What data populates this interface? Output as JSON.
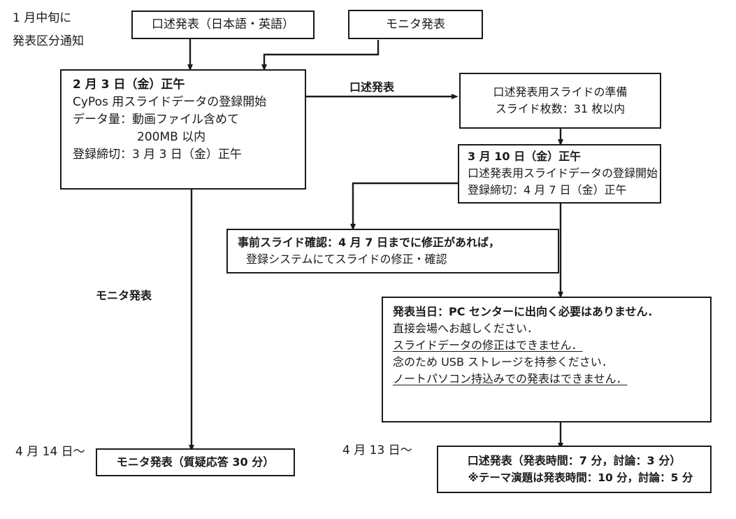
{
  "diagram": {
    "title_note": "presentation-schedule-flowchart",
    "stroke_color": "#1a1a1a",
    "background": "#ffffff"
  },
  "notice": {
    "line1": "1 月中旬に",
    "line2": "発表区分通知"
  },
  "top_boxes": {
    "oral": {
      "label": "口述発表（日本語・英語）"
    },
    "monitor": {
      "label": "モニタ発表"
    }
  },
  "edge_labels": {
    "oral_branch": "口述発表",
    "monitor_branch": "モニタ発表"
  },
  "cypos_box": {
    "line1": "2 月 3 日（金）正午",
    "line2": "CyPos 用スライドデータの登録開始",
    "line3": "データ量：動画ファイル含めて",
    "line4": "200MB 以内",
    "line5": "登録締切：3 月 3 日（金）正午"
  },
  "slide_prep_box": {
    "line1": "口述発表用スライドの準備",
    "line2": "スライド枚数：31 枚以内"
  },
  "march10_box": {
    "line1": "3 月 10 日（金）正午",
    "line2": "口述発表用スライドデータの登録開始",
    "line3": "登録締切：4 月 7 日（金）正午"
  },
  "precheck_box": {
    "line1": "事前スライド確認：4 月 7 日までに修正があれば，",
    "line2": "登録システムにてスライドの修正・確認"
  },
  "presentation_day_box": {
    "line1": "発表当日：PC センターに出向く必要はありません．",
    "line2": "直接会場へお越しください．",
    "line3": "スライドデータの修正はできません．",
    "line4": "念のため USB ストレージを持参ください．",
    "line5": "ノートパソコン持込みでの発表はできません．"
  },
  "bottom_left": {
    "date": "4 月 14 日～",
    "box_label": "モニタ発表（質疑応答 30 分）"
  },
  "bottom_right": {
    "date": "4 月 13 日～",
    "box_line1": "口述発表（発表時間：7 分，討論：3 分）",
    "box_line2": "※テーマ演題は発表時間：10 分，討論：5 分"
  }
}
